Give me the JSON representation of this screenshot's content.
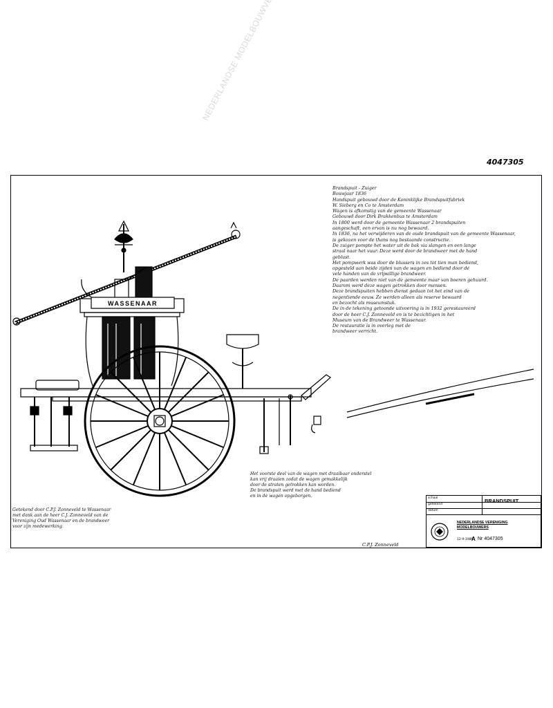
{
  "document": {
    "corner_code": "4047305",
    "watermark": "NEDERLANDSE MODELBOUWVERENIGINGEN.NL © COPYRIGHT",
    "nameplate": "WASSENAAR",
    "notes": [
      "Brandspuit - Zuiger",
      "Bouwjaar 1836",
      "Handspuit gebouwd door de Koninklijke Brandspuitfabriek",
      "W. Sieberg en Co te Amsterdam",
      "Wagen is afkomstig van de gemeente Wassenaar",
      "Gebouwd door Dirk Brakkenbus te Amsterdam",
      "In 1800 werd door de gemeente Wassenaar 2 brandspuiten",
      "aangeschaft, een ervan is nu nog bewaard.",
      "In 1836, na het verwijderen van de oude brandspuit van de gemeente Wassenaar,",
      "is gekozen voor de thans nog bestaande constructie.",
      "De zuiger pompte het water uit de bak via slangen en een lange",
      "straal naar het vuur. Deze werd door de brandweer met de hand",
      "geblust.",
      "Het pompwerk was door de blussers in zes tot tien man bediend,",
      "opgesteld aan beide zijden van de wagen en bediend door de",
      "vele handen van de vrijwillige brandweer.",
      "De paarden werden niet van de gemeente maar van boeren gehuurd.",
      "Daarom werd deze wagen getrokken door mensen.",
      "Deze brandspuiten hebben dienst gedaan tot het eind van de",
      "negentiende eeuw. Ze werden alleen als reserve bewaard",
      "en bezocht als museumstuk.",
      "De in de tekening getoonde uitvoering is in 1932 gerestaureerd",
      "door de heer C.J. Zonneveld en is te bezichtigen in het",
      "Museum van de Brandweer te Wassenaar.",
      "De restauratie is in overleg met de",
      "brandweer verricht."
    ],
    "wagon_note": [
      "Het voorste deel van de wagen met draaibaar onderstel",
      "kan vrij draaien zodat de wagen gemakkelijk",
      "door de straten getrokken kan worden.",
      "De brandspuit werd met de hand bediend",
      "en in de wagen opgeborgen."
    ],
    "credit": [
      "Getekend door C.P.J. Zonneveld te Wassenaar",
      "met dank aan de heer C.J. Zonneveld van de",
      "Vereniging Oud Wassenaar en de brandweer",
      "voor zijn medewerking."
    ],
    "signature": "C.P.J. Zonneveld",
    "title_block": {
      "field_labels": [
        "schaal",
        "getekend",
        "datum"
      ],
      "title": "BRANDSPUIT",
      "organization_line1": "NEDERLANDSE VERENIGING",
      "organization_line2": "MODELBOUWERS",
      "size": "A",
      "drawing_number": "Nr 4047305",
      "date": "12-9-1986"
    }
  }
}
